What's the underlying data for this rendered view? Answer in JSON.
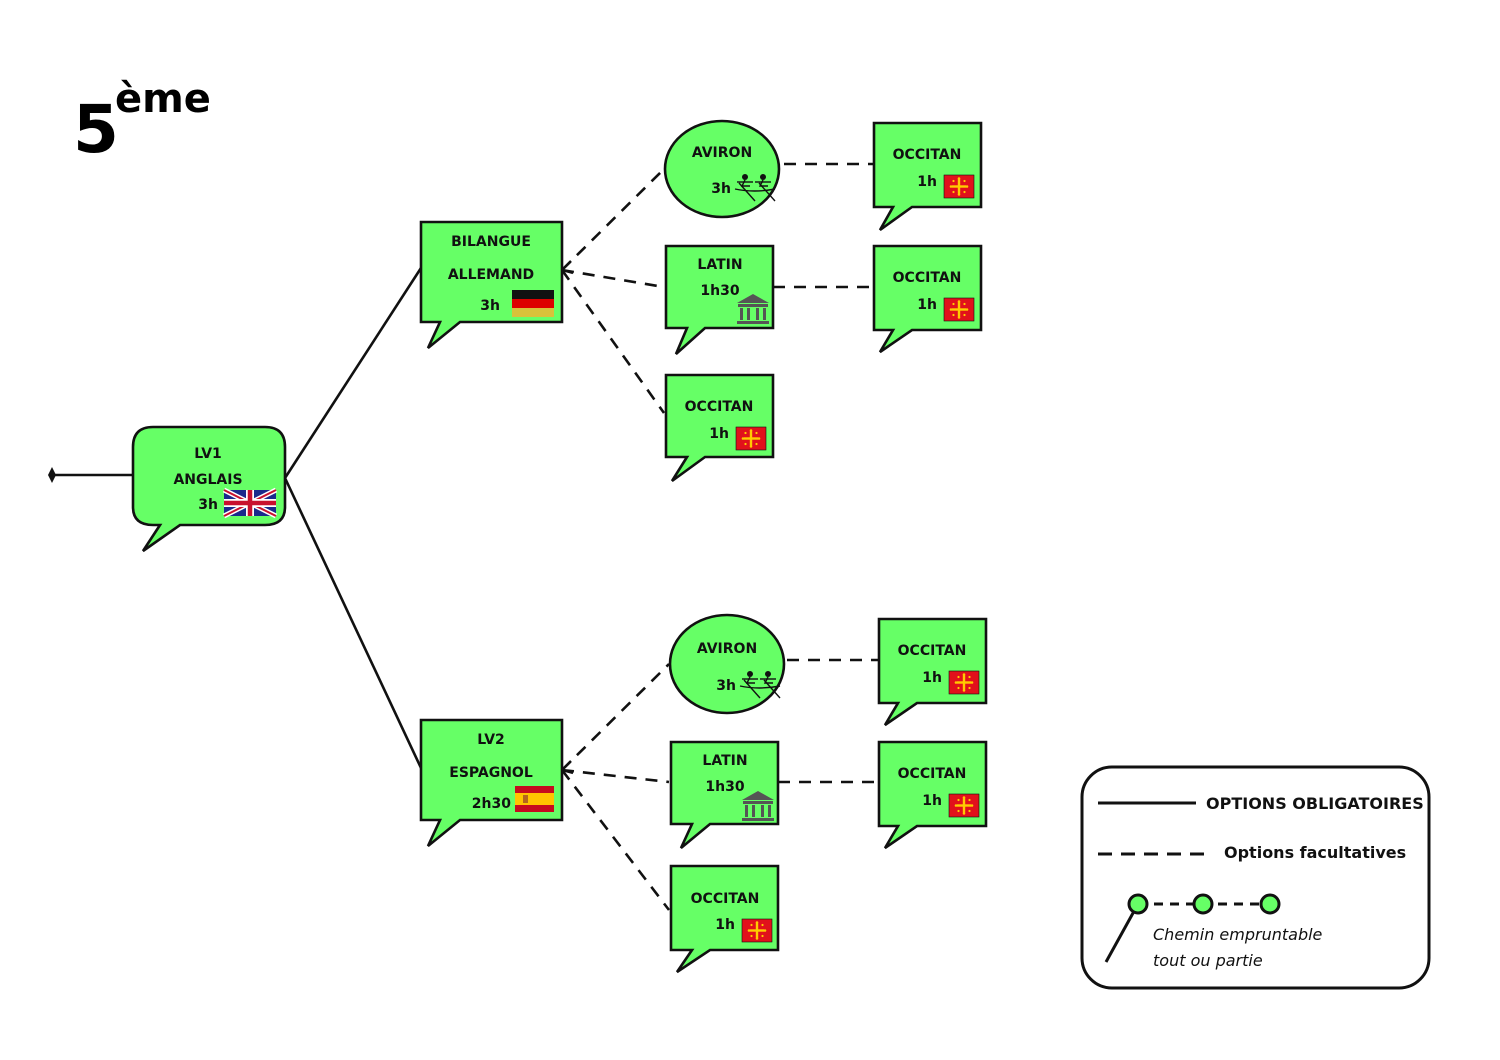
{
  "title": {
    "number": "5",
    "suffix": "ème"
  },
  "colors": {
    "box_fill": "#66ff66",
    "stroke": "#111111",
    "occitan_flag": "#e1111b",
    "cross": "#ffcc00"
  },
  "nodes": {
    "lv1": {
      "line1": "LV1",
      "line2": "ANGLAIS",
      "hours": "3h",
      "icon": "uk-flag-icon"
    },
    "bilangue": {
      "line1": "BILANGUE",
      "line2": "ALLEMAND",
      "hours": "3h",
      "icon": "german-flag-icon"
    },
    "lv2": {
      "line1": "LV2",
      "line2": "ESPAGNOL",
      "hours": "2h30",
      "icon": "spanish-flag-icon"
    },
    "aviron_top": {
      "label": "AVIRON",
      "hours": "3h",
      "icon": "rowing-icon"
    },
    "latin_top": {
      "label": "LATIN",
      "hours": "1h30",
      "icon": "temple-icon"
    },
    "occitan_top_direct": {
      "label": "OCCITAN",
      "hours": "1h",
      "icon": "occitan-flag-icon"
    },
    "occitan_top_aviron": {
      "label": "OCCITAN",
      "hours": "1h",
      "icon": "occitan-flag-icon"
    },
    "occitan_top_latin": {
      "label": "OCCITAN",
      "hours": "1h",
      "icon": "occitan-flag-icon"
    },
    "aviron_bottom": {
      "label": "AVIRON",
      "hours": "3h",
      "icon": "rowing-icon"
    },
    "latin_bottom": {
      "label": "LATIN",
      "hours": "1h30",
      "icon": "temple-icon"
    },
    "occitan_bottom_direct": {
      "label": "OCCITAN",
      "hours": "1h",
      "icon": "occitan-flag-icon"
    },
    "occitan_bottom_aviron": {
      "label": "OCCITAN",
      "hours": "1h",
      "icon": "occitan-flag-icon"
    },
    "occitan_bottom_latin": {
      "label": "OCCITAN",
      "hours": "1h",
      "icon": "occitan-flag-icon"
    }
  },
  "legend": {
    "mandatory": "OPTIONS OBLIGATOIRES",
    "optional": "Options facultatives",
    "path_line1": "Chemin empruntable",
    "path_line2": "tout ou partie"
  }
}
